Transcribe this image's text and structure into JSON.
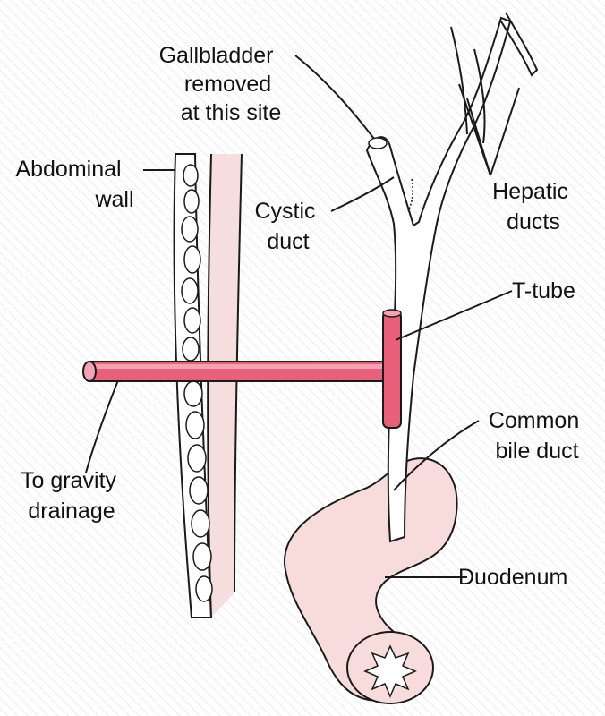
{
  "labels": {
    "gallbladder": [
      "Gallbladder",
      "removed",
      "at this site"
    ],
    "abdominal_wall": [
      "Abdominal",
      "wall"
    ],
    "cystic_duct": [
      "Cystic",
      "duct"
    ],
    "hepatic_ducts": [
      "Hepatic",
      "ducts"
    ],
    "t_tube": "T-tube",
    "common_bile_duct": [
      "Common",
      "bile duct"
    ],
    "to_gravity_drainage": [
      "To gravity",
      "drainage"
    ],
    "duodenum": "Duodenum"
  },
  "colors": {
    "tube": "#e8607a",
    "tube_highlight": "#f4a3b3",
    "tissue_pink": "#f7dede",
    "duodenum_pink": "#f8dcdc",
    "outline": "#1a1a1a",
    "hatch": "#ececec"
  }
}
